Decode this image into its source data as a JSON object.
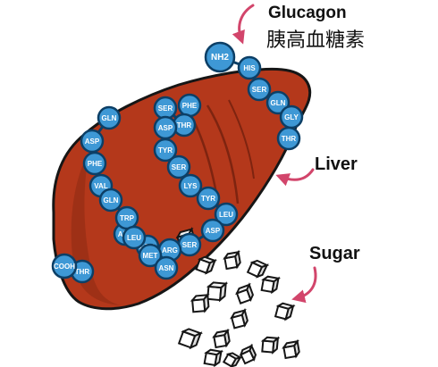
{
  "labels": {
    "glucagon": "Glucagon",
    "glucagon_cn": "胰高血糖素",
    "liver": "Liver",
    "sugar": "Sugar"
  },
  "colors": {
    "liver": "#b4381b",
    "liver_dark": "#7e2410",
    "bead": "#3e98d5",
    "bead_edge": "#0c3f66",
    "arrow": "#d2456b",
    "outline": "#161616"
  },
  "chain": {
    "terminal_label": "NH2",
    "residues": [
      "HIS",
      "SER",
      "GLN",
      "GLY",
      "THR",
      "PHE",
      "THR",
      "SER",
      "ASP",
      "TYR",
      "SER",
      "LYS",
      "TYR",
      "LEU",
      "ASP",
      "SER",
      "ARG",
      "ARG",
      "ALA",
      "GLN",
      "ASP",
      "PHE",
      "VAL",
      "GLN",
      "TRP",
      "LEU",
      "MET",
      "ASN",
      "THR",
      "COOH"
    ]
  }
}
